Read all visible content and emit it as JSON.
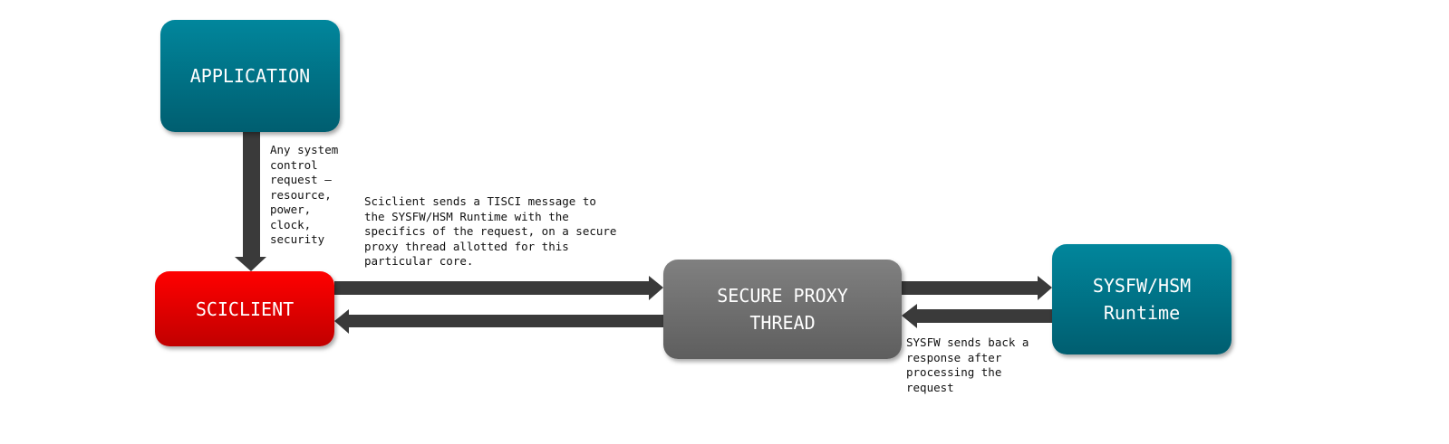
{
  "nodes": {
    "application": "APPLICATION",
    "sciclient": "SCICLIENT",
    "secure_proxy": "SECURE PROXY\nTHREAD",
    "sysfw": "SYSFW/HSM\nRuntime"
  },
  "notes": {
    "request": "Any system\ncontrol\nrequest –\nresource,\npower,\nclock,\nsecurity",
    "tisci": "Sciclient sends a TISCI message to\nthe SYSFW/HSM Runtime with the\nspecifics of the request, on a secure\nproxy thread allotted for this\nparticular core.",
    "response": "SYSFW sends back a\nresponse after\nprocessing the\nrequest"
  },
  "colors": {
    "teal": "#017a8e",
    "red": "#e80000",
    "gray": "#6f6f6f",
    "arrow": "#3a3a3a"
  }
}
